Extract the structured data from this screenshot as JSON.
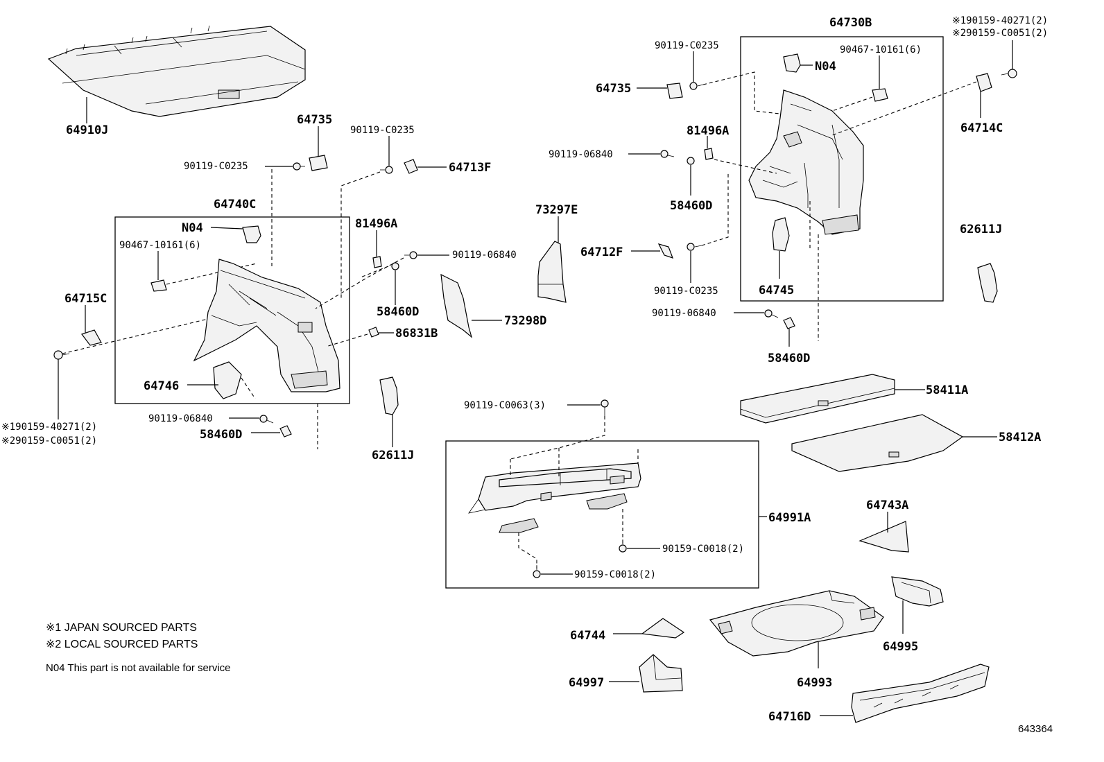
{
  "labels": {
    "p64910J": "64910J",
    "p64735_a": "64735",
    "p90119C0235_a": "90119-C0235",
    "p90119C0235_b": "90119-C0235",
    "p64713F": "64713F",
    "p64740C": "64740C",
    "pN04_a": "N04",
    "p90467_a": "90467-10161(6)",
    "p81496A_a": "81496A",
    "p90119_06840_a": "90119-06840",
    "p58460D_a": "58460D",
    "p73297E": "73297E",
    "p73298D": "73298D",
    "p86831B": "86831B",
    "p64715C": "64715C",
    "p64746": "64746",
    "pX190159_a": "※190159-40271(2)",
    "pX290159_a": "※290159-C0051(2)",
    "p90119_06840_b": "90119-06840",
    "p58460D_b": "58460D",
    "p62611J_a": "62611J",
    "p64730B": "64730B",
    "p90119C0235_c": "90119-C0235",
    "p90467_b": "90467-10161(6)",
    "pN04_b": "N04",
    "pX190159_b": "※190159-40271(2)",
    "pX290159_b": "※290159-C0051(2)",
    "p64735_b": "64735",
    "p64714C": "64714C",
    "p81496A_b": "81496A",
    "p90119_06840_c": "90119-06840",
    "p58460D_c": "58460D",
    "p64712F": "64712F",
    "p90119C0235_d": "90119-C0235",
    "p64745": "64745",
    "p62611J_b": "62611J",
    "p90119_06840_d": "90119-06840",
    "p58460D_d": "58460D",
    "p58411A": "58411A",
    "p58412A": "58412A",
    "p90119C0063": "90119-C0063(3)",
    "p64991A": "64991A",
    "p90159C0018_a": "90159-C0018(2)",
    "p90159C0018_b": "90159-C0018(2)",
    "p64743A": "64743A",
    "p64744": "64744",
    "p64995": "64995",
    "p64997": "64997",
    "p64993": "64993",
    "p64716D": "64716D"
  },
  "notes": {
    "note1": "※1  JAPAN SOURCED PARTS",
    "note2": "※2  LOCAL SOURCED PARTS",
    "note3": "N04 This part is not  available for service"
  },
  "diagram_id": "643364"
}
